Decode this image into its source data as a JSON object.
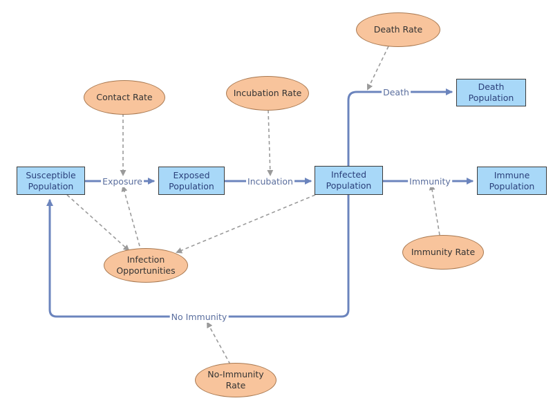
{
  "stocks": {
    "susceptible": "Susceptible\nPopulation",
    "exposed": "Exposed\nPopulation",
    "infected": "Infected\nPopulation",
    "death": "Death\nPopulation",
    "immune": "Immune\nPopulation"
  },
  "variables": {
    "contact_rate": "Contact Rate",
    "incubation_rate": "Incubation Rate",
    "death_rate": "Death Rate",
    "immunity_rate": "Immunity Rate",
    "infection_opportunities": "Infection\nOpportunities",
    "no_immunity_rate": "No-Immunity\nRate"
  },
  "flows": {
    "exposure": "Exposure",
    "incubation": "Incubation",
    "death": "Death",
    "immunity": "Immunity",
    "no_immunity": "No Immunity"
  },
  "colors": {
    "stock_fill": "#a8d8f8",
    "variable_fill": "#f8c49c",
    "flow_line": "#6b84bd",
    "link_line": "#9a9a9a"
  }
}
